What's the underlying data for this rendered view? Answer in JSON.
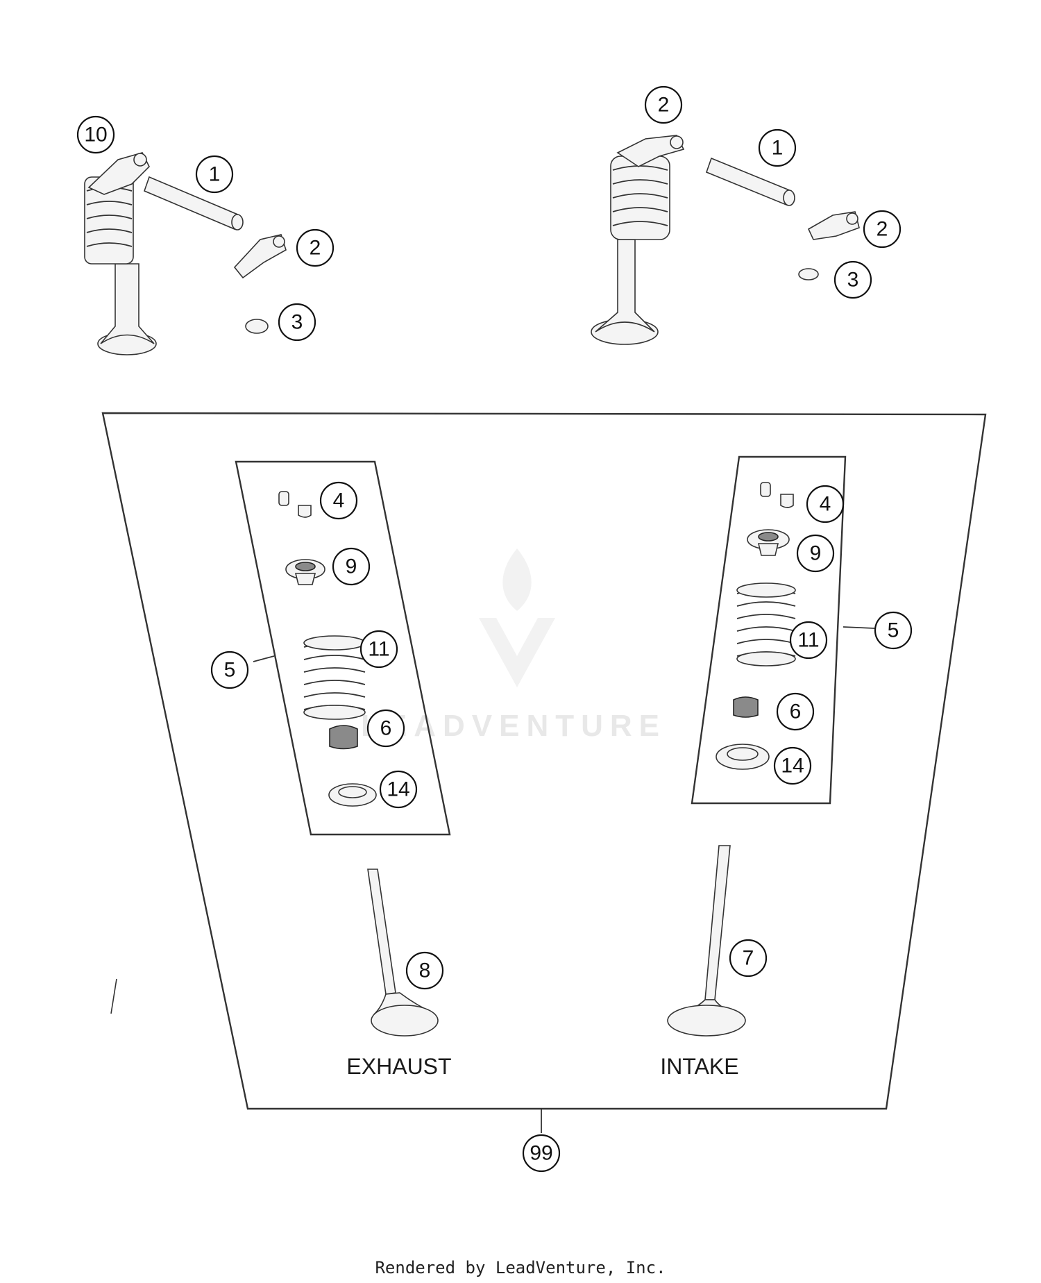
{
  "watermark": "LEADVENTURE",
  "footer": "Rendered by LeadVenture, Inc.",
  "labels": {
    "exhaust": "EXHAUST",
    "intake": "INTAKE"
  },
  "callouts": {
    "left_rocker_assembly": "10",
    "left_shaft": "1",
    "left_rocker_arm": "2",
    "left_shim": "3",
    "right_rocker_assembly": "2",
    "right_shaft": "1",
    "right_rocker_arm": "2",
    "right_shim": "3",
    "ex_keeper": "4",
    "ex_retainer": "9",
    "ex_spring": "11",
    "ex_seal": "6",
    "ex_seat": "14",
    "ex_kit": "5",
    "in_keeper": "4",
    "in_retainer": "9",
    "in_spring": "11",
    "in_seal": "6",
    "in_seat": "14",
    "in_kit": "5",
    "exhaust_valve": "8",
    "intake_valve": "7",
    "complete_kit": "99"
  }
}
